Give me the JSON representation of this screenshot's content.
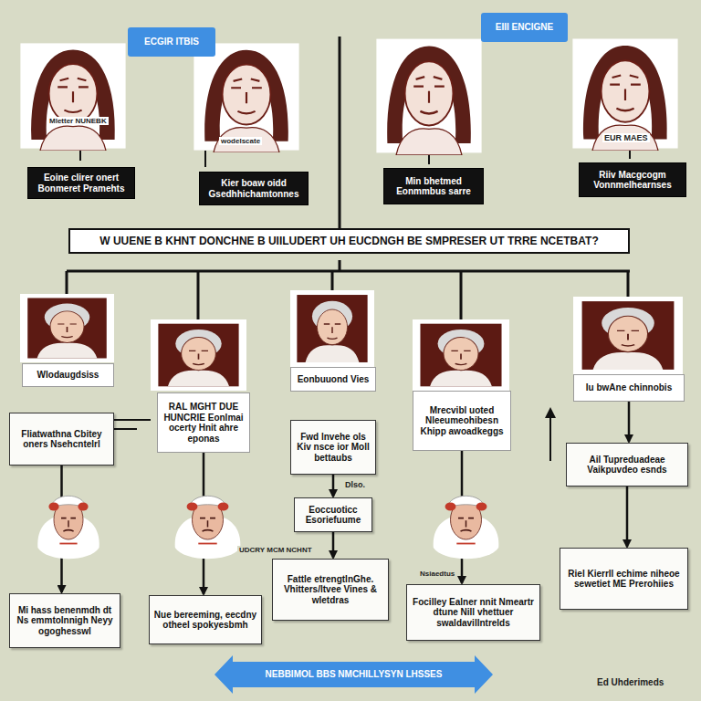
{
  "diagram": {
    "title": "W UUENE B KHNT DONCHNE B UIILUDERT UH EUCDNGH BE SMPRESER UT TRRE NCETBAT?",
    "nodes": [
      {
        "text": [
          "ECGIR ITBIS"
        ]
      },
      {
        "text": [
          "EIII ENCIGNE"
        ]
      },
      {
        "text": [
          "Eoine clirer onert Bonmeret Pramehts"
        ]
      },
      {
        "text": [
          "Kier boaw oidd Gsedhhichamtonnes"
        ]
      },
      {
        "text": [
          "Min bhetmed Eonmmbus sarre"
        ]
      },
      {
        "text": [
          "Riiv Macgcogm Vonnmelhearnses"
        ]
      },
      {
        "text": [
          "Wlodaugdsiss"
        ]
      },
      {
        "text": [
          "RAL MGHT DUE HUNCRIE Eonlmai ocerty Hnit ahre eponas"
        ]
      },
      {
        "text": [
          "Eonbuuond Vies"
        ]
      },
      {
        "text": [
          "Mrecvibl uoted Nleeumeohibesn Khipp awoadkeggs"
        ]
      },
      {
        "text": [
          "Iu bwAne chinnobis"
        ]
      },
      {
        "text": [
          "Fliatwathna Cbitey oners Nsehcntelrl"
        ]
      },
      {
        "text": [
          "Fwd lnvehe ols Kiv nsce ior Moll bettaubs"
        ]
      },
      {
        "text": [
          "Ail Tupreduadeae Vaikpuvdeo esnds"
        ]
      },
      {
        "text": [
          "Eoccuoticc Esoriefuume"
        ]
      },
      {
        "text": [
          "Mi hass benenmdh dt Ns emmtolnnigh Neyy ogoghesswl"
        ]
      },
      {
        "text": [
          "Nue bereeming, eecdny otheel spokyesbmh"
        ]
      },
      {
        "text": [
          "Fattle etrengtlnGhe. Vhitters/ltvee Vines & wletdras"
        ]
      },
      {
        "text": [
          "Focilley Ealner nnit Nmeartr dtune Nill vhettuer swaldavillntrelds"
        ]
      },
      {
        "text": [
          "Riel Kierrll echime niheoe sewetiet ME Prerohiies"
        ]
      },
      {
        "text": [
          "NEBBIMOL BBS NMCHILLYSYN LHSSES"
        ]
      }
    ],
    "edges": [
      {
        "from": 11,
        "to": 15,
        "arrow": "to"
      },
      {
        "from": 7,
        "to": 16,
        "arrow": "to"
      },
      {
        "from": 9,
        "to": 18,
        "arrow": "to"
      },
      {
        "from": 12,
        "to": 14,
        "arrow": "to"
      },
      {
        "from": 14,
        "to": 17,
        "arrow": "to"
      },
      {
        "from": 10,
        "to": 13,
        "arrow": "to"
      },
      {
        "from": 13,
        "to": 19,
        "arrow": "to"
      }
    ],
    "labels": [
      "Mletter NUNEBK",
      "wodelscate",
      "EUR MAES",
      "Dlso.",
      "UDCRY MCM NCHNT",
      "Nsiaedtus",
      "Ed Uhderimeds"
    ]
  }
}
